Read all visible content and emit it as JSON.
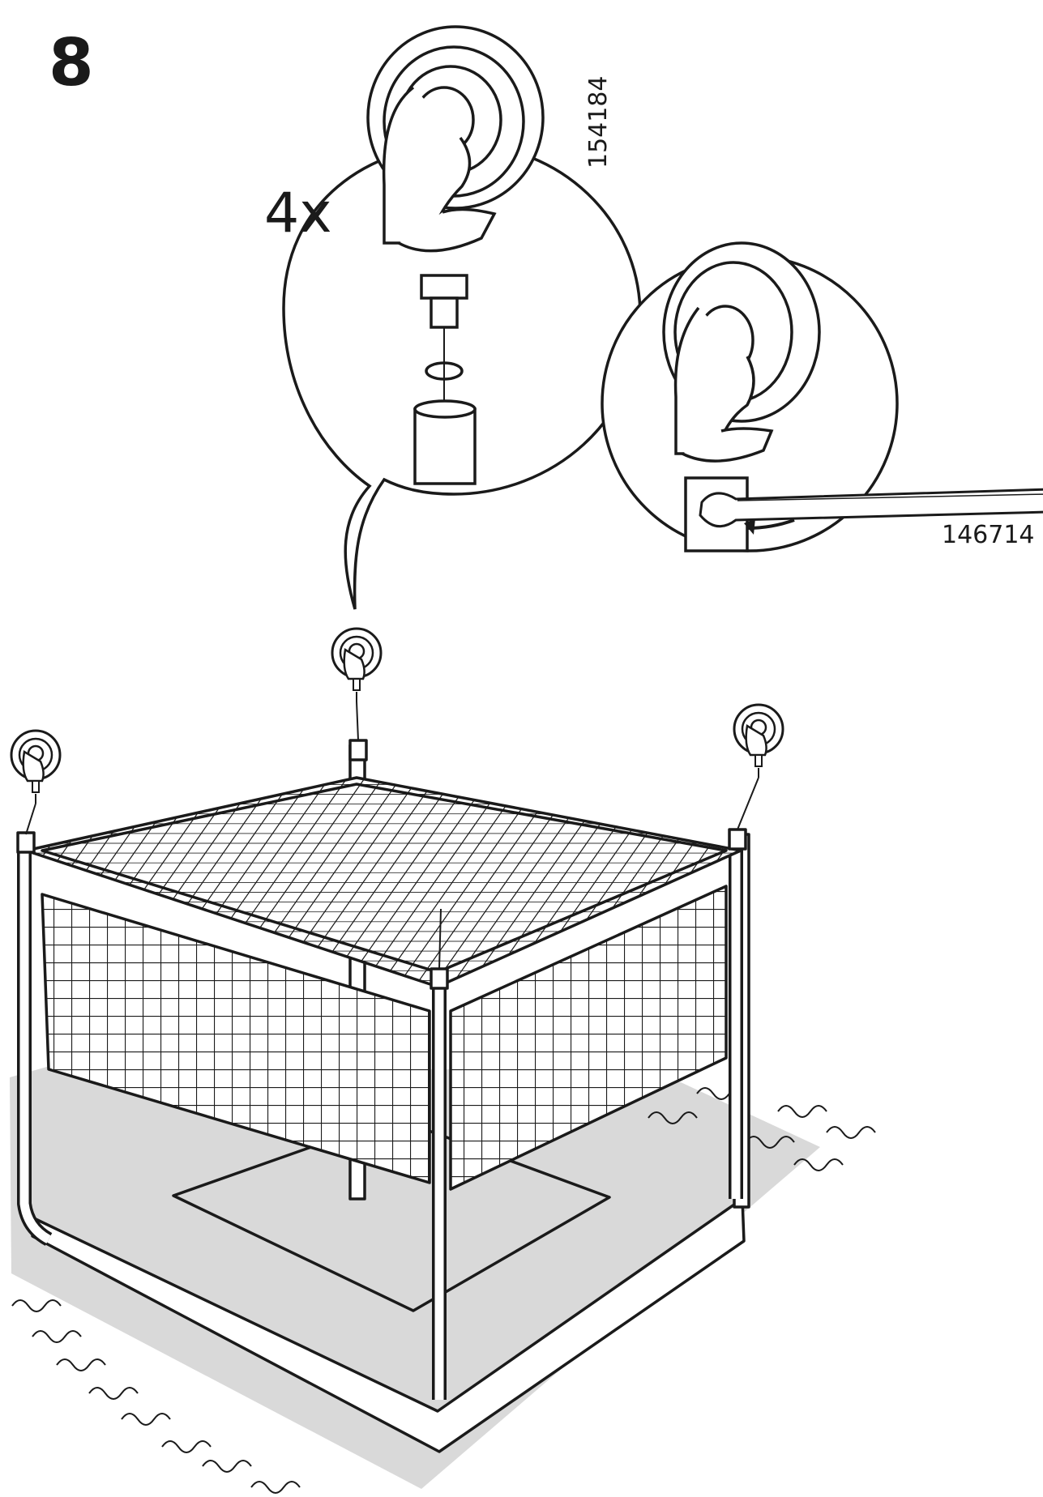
{
  "step": {
    "number": "8"
  },
  "detail_bubble": {
    "quantity": "4x"
  },
  "part_codes": {
    "caster": "154184",
    "wrench": "146714"
  },
  "icons": {
    "caster_detail": "caster-wheel-icon",
    "wrench_detail": "wrench-icon",
    "rotation": "rotate-arrow-icon"
  },
  "colors": {
    "line": "#1a1a1a",
    "shadow": "#bdbdbd",
    "fill": "#ffffff"
  }
}
